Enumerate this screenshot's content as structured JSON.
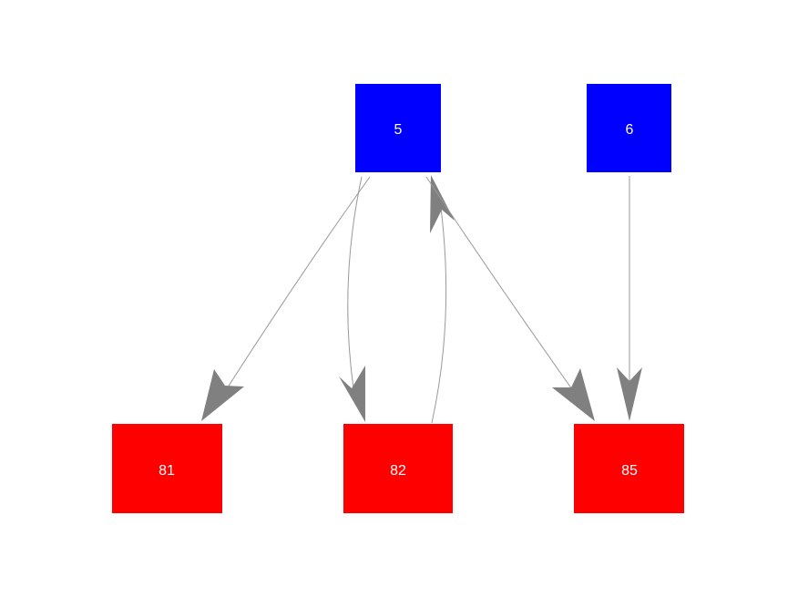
{
  "colors": {
    "source_node": "#0000ff",
    "target_node": "#ff0000",
    "edge": "#999999",
    "arrowhead": "#808080",
    "label": "#ffffff",
    "background": "#ffffff"
  },
  "nodes": [
    {
      "id": "n5",
      "label": "5",
      "group": "source"
    },
    {
      "id": "n6",
      "label": "6",
      "group": "source"
    },
    {
      "id": "n81",
      "label": "81",
      "group": "target"
    },
    {
      "id": "n82",
      "label": "82",
      "group": "target"
    },
    {
      "id": "n85",
      "label": "85",
      "group": "target"
    }
  ],
  "edges": [
    {
      "from": "5",
      "to": "81"
    },
    {
      "from": "5",
      "to": "82"
    },
    {
      "from": "82",
      "to": "5"
    },
    {
      "from": "5",
      "to": "85"
    },
    {
      "from": "6",
      "to": "85"
    }
  ]
}
